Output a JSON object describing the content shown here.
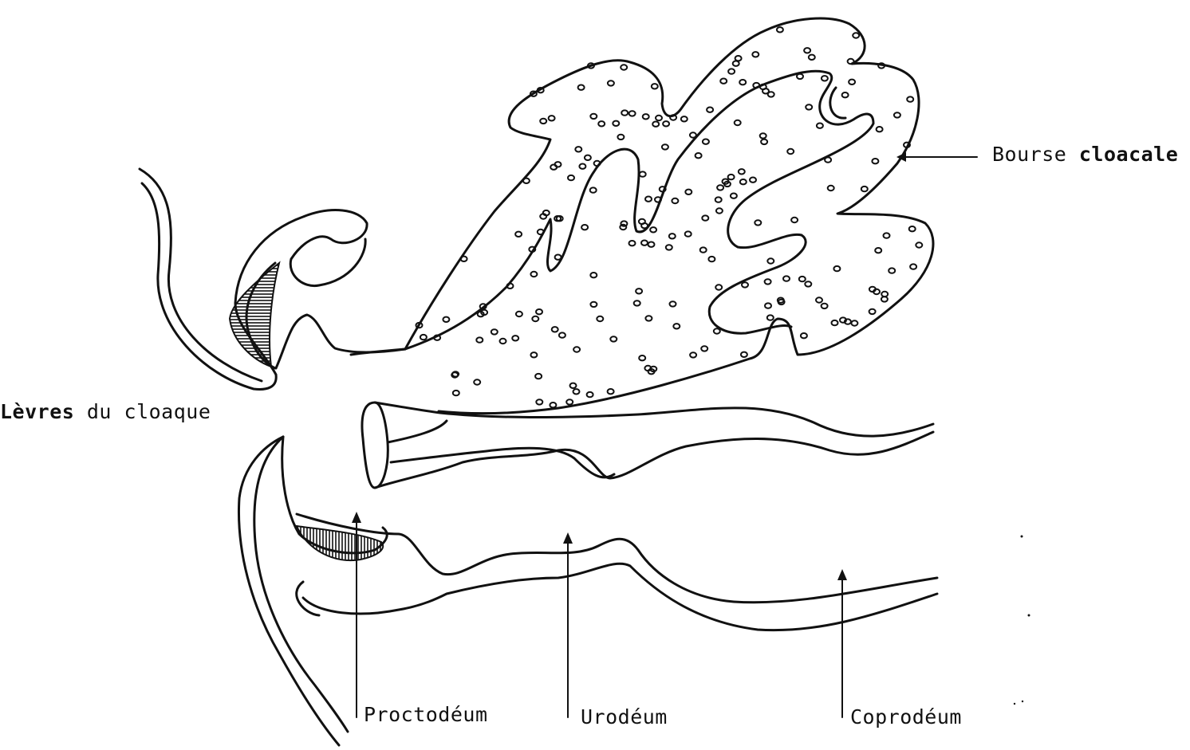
{
  "labels": {
    "bourse_word": "Bourse",
    "cloacale_word": "cloacale",
    "levres_word": "Lèvres",
    "du_cloaque": "du cloaque",
    "proctodeum": "Proctodéum",
    "urodeum": "Urodéum",
    "coprodeum": "Coprodéum"
  }
}
